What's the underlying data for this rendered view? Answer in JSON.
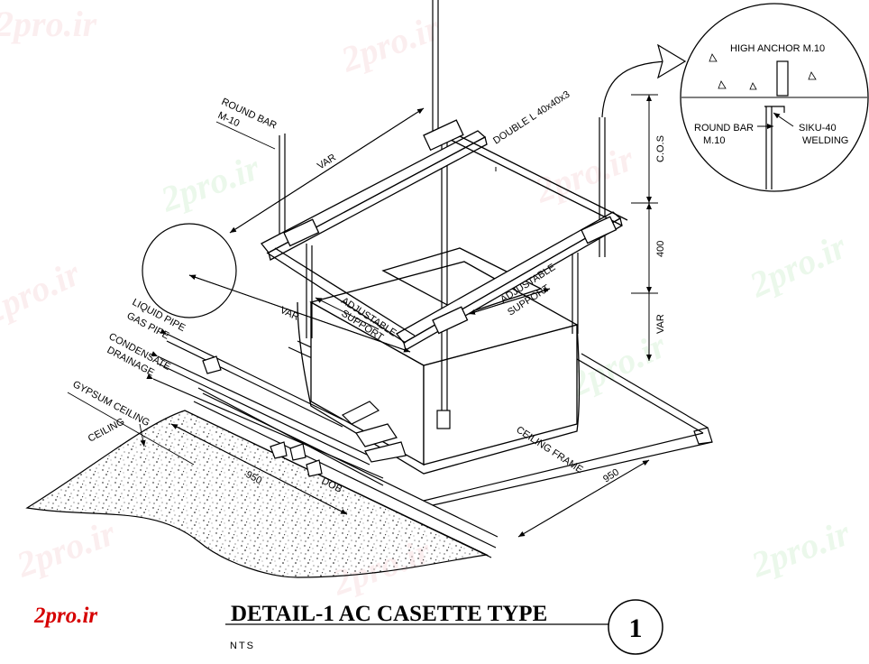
{
  "title": "DETAIL-1 AC CASETTE TYPE",
  "subtitle": "NTS",
  "detail_number": "1",
  "logo": "2pro.ir",
  "watermark": "2pro.ir",
  "labels": {
    "round_bar_left": "ROUND BAR",
    "round_bar_left_size": "M-10",
    "var_top": "VAR",
    "double_l": "DOUBLE L 40x40x3",
    "cos": "C.O.S",
    "dim_400": "400",
    "var_right": "VAR",
    "var_left": "VAR",
    "adjustable_left_1": "ADJUSTABLE",
    "adjustable_left_2": "SUPPORT",
    "adjustable_right_1": "ADJUSTABLE",
    "adjustable_right_2": "SUPPORT",
    "liquid_pipe": "LIQUID PIPE",
    "gas_pipe": "GAS PIPE",
    "condensate": "CONDENSATE",
    "drainage": "DRAINAGE",
    "gypsum_ceiling": "GYPSUM CEILING",
    "ceiling": "CEILING",
    "ceiling_frame": "CEILING FRAME",
    "dim_950_left": "950",
    "dim_950_right": "950",
    "dob": "DOB"
  },
  "detail_circle": {
    "high_anchor": "HIGH ANCHOR M.10",
    "round_bar": "ROUND BAR",
    "round_bar_size": "M.10",
    "siku": "SIKU-40",
    "welding": "WELDING"
  }
}
